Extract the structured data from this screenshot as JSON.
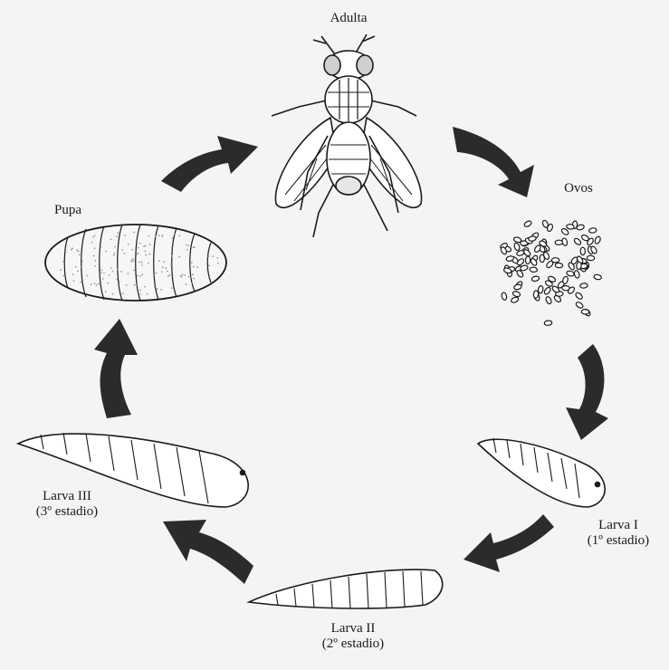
{
  "diagram": {
    "stages": {
      "adulta": {
        "label": "Adulta"
      },
      "ovos": {
        "label": "Ovos"
      },
      "larva_1": {
        "label": "Larva I",
        "sublabel": "(1º estadio)"
      },
      "larva_2": {
        "label": "Larva II",
        "sublabel": "(2º estadio)"
      },
      "larva_3": {
        "label": "Larva III",
        "sublabel": "(3º estadio)"
      },
      "pupa": {
        "label": "Pupa"
      }
    },
    "colors": {
      "background": "#f4f4f2",
      "ink": "#1a1a1a",
      "arrow": "#2b2b2b",
      "body_fill": "#ffffff"
    }
  }
}
